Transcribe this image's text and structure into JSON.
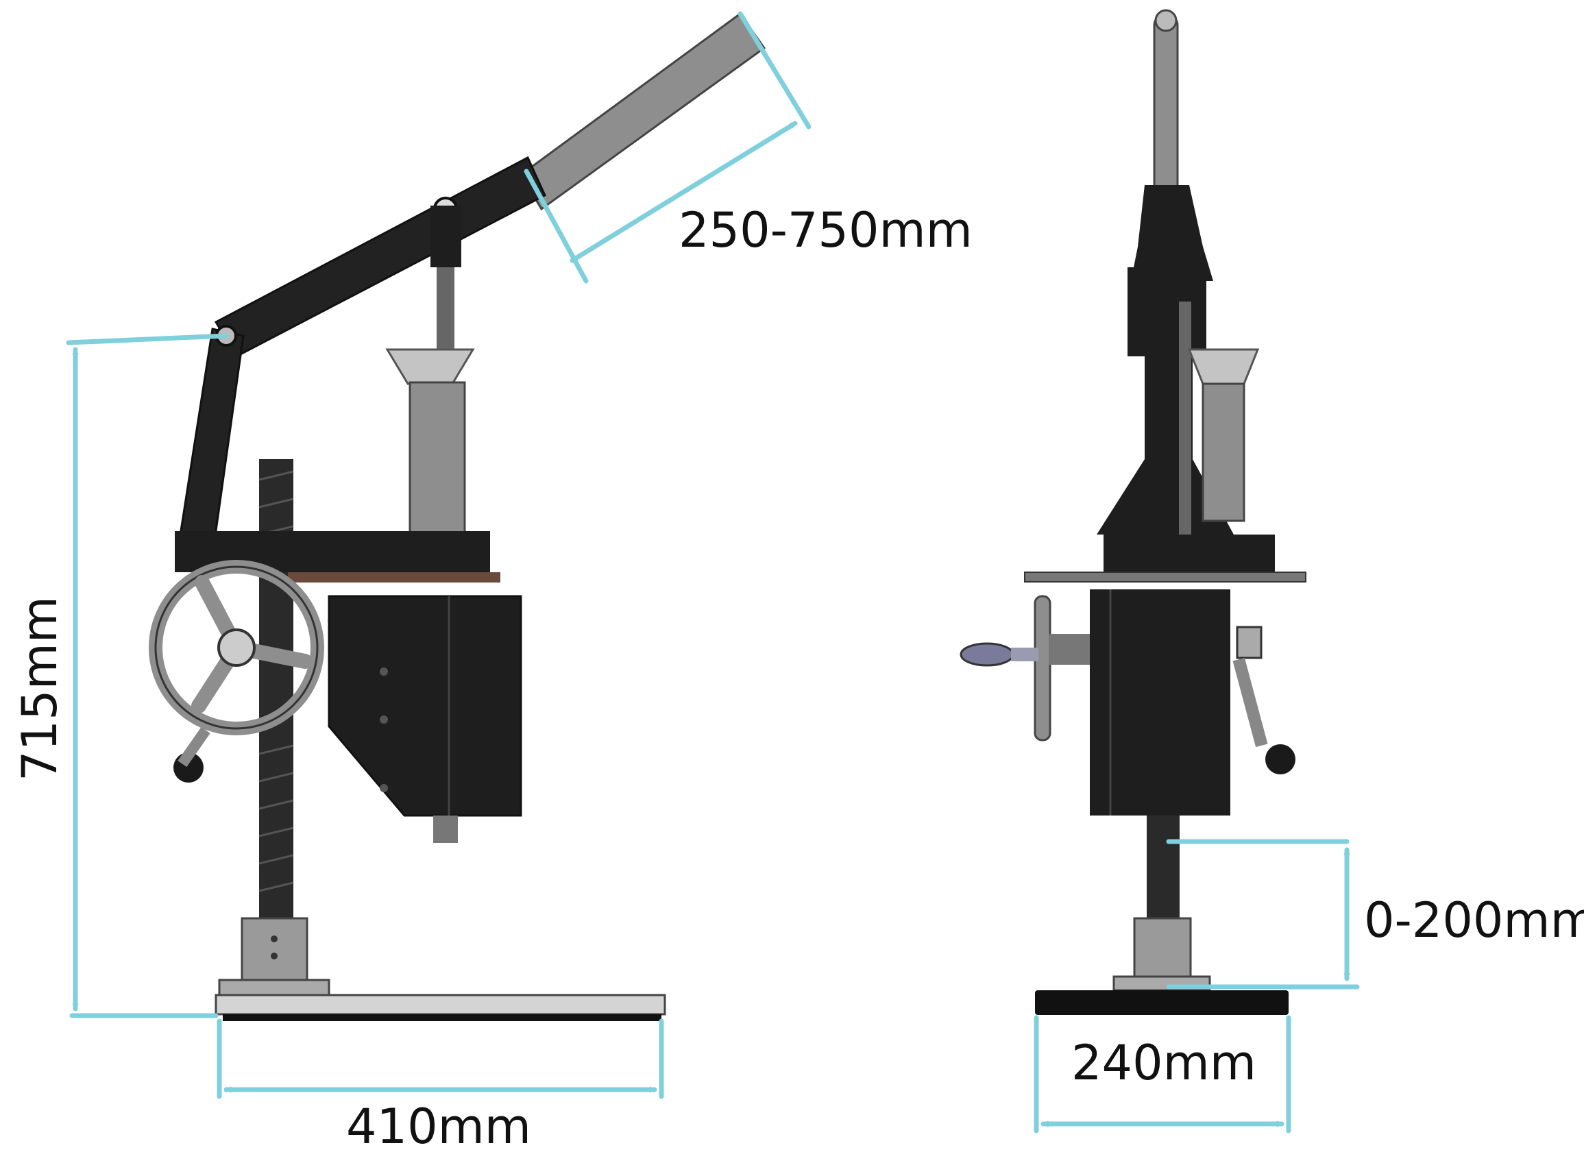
{
  "dimensions": {
    "lever_length": "250-750mm",
    "height": "715mm",
    "base_length": "410mm",
    "stroke_range": "0-200mm",
    "base_width": "240mm"
  },
  "colors": {
    "dimension_line": "#7fd0dc",
    "machine_black": "#1e1e1e",
    "steel_grey": "#8e8e8e",
    "light_grey": "#c4c4c4",
    "text": "#111111"
  }
}
